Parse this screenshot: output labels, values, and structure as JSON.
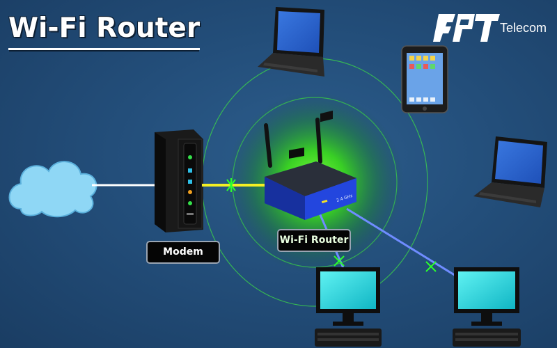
{
  "title": "Wi-Fi Router",
  "brand": {
    "logo_text": "FPT",
    "name": "Telecom"
  },
  "labels": {
    "modem": "Modem",
    "router": "Wi-Fi Router"
  },
  "router_band": "2.4 GHz",
  "colors": {
    "background": "#234e7a",
    "glow": "#33ff33",
    "wired_link": "#f4ef24",
    "wireless_link": "#6f8cff",
    "cloud": "#8fd7f5",
    "router_body": "#1f3fd0",
    "screen": "#1dd6d6"
  },
  "icons": [
    "cloud-icon",
    "modem-icon",
    "router-icon",
    "laptop-icon",
    "tablet-icon",
    "desktop-icon"
  ]
}
